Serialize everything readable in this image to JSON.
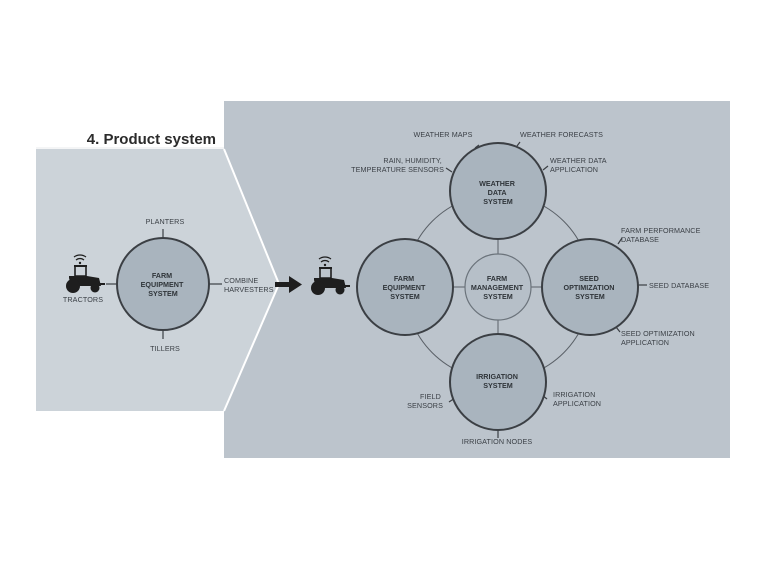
{
  "title": "4. Product system",
  "colors": {
    "left_panel": "#ccd3d9",
    "right_panel": "#bcc4cc",
    "circle_fill": "#a9b4be",
    "circle_stroke": "#3b3f44",
    "center_fill": "#b6bfc8",
    "ink": "#1e1e1e"
  },
  "left_system": {
    "circle": [
      "FARM",
      "EQUIPMENT",
      "SYSTEM"
    ],
    "labels": {
      "top": "PLANTERS",
      "bottom": "TILLERS",
      "left": "TRACTORS",
      "right": [
        "COMBINE",
        "HARVESTERS"
      ]
    },
    "icon": "tractor-icon"
  },
  "right_system": {
    "center": [
      "FARM",
      "MANAGEMENT",
      "SYSTEM"
    ],
    "weather": {
      "name": [
        "WEATHER",
        "DATA",
        "SYSTEM"
      ],
      "labels": {
        "maps": "WEATHER MAPS",
        "forecasts": "WEATHER FORECASTS",
        "sensors": [
          "RAIN, HUMIDITY,",
          "TEMPERATURE SENSORS"
        ],
        "application": [
          "WEATHER DATA",
          "APPLICATION"
        ]
      }
    },
    "equipment": {
      "name": [
        "FARM",
        "EQUIPMENT",
        "SYSTEM"
      ]
    },
    "seed": {
      "name": [
        "SEED",
        "OPTIMIZATION",
        "SYSTEM"
      ],
      "labels": {
        "performance": [
          "FARM PERFORMANCE",
          "DATABASE"
        ],
        "database": "SEED DATABASE",
        "application": [
          "SEED OPTIMIZATION",
          "APPLICATION"
        ]
      }
    },
    "irrigation": {
      "name": [
        "IRRIGATION",
        "SYSTEM"
      ],
      "labels": {
        "sensors": [
          "FIELD",
          "SENSORS"
        ],
        "application": [
          "IRRIGATION",
          "APPLICATION"
        ],
        "nodes": "IRRIGATION NODES"
      }
    }
  }
}
